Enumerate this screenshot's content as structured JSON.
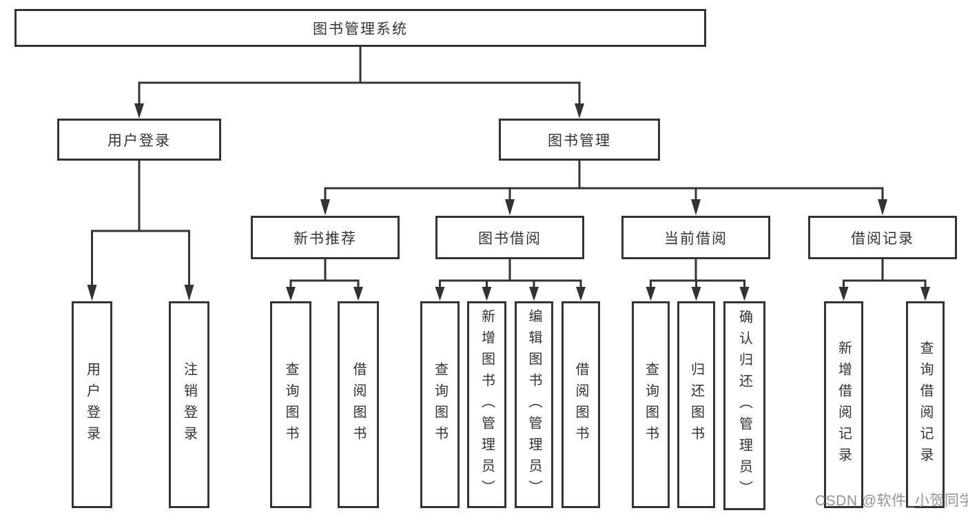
{
  "colors": {
    "line": "#333333",
    "box_border": "#333333",
    "box_background": "#ffffff",
    "page_background": "#ffffff",
    "watermark_text": "#999294"
  },
  "tree": {
    "root": {
      "label": "图书管理系统"
    },
    "level1": [
      {
        "label": "用户登录"
      },
      {
        "label": "图书管理"
      }
    ],
    "level2": [
      {
        "label": "新书推荐"
      },
      {
        "label": "图书借阅"
      },
      {
        "label": "当前借阅"
      },
      {
        "label": "借阅记录"
      }
    ],
    "leaves": [
      {
        "label": "用户登录"
      },
      {
        "label": "注销登录"
      },
      {
        "label": "查询图书"
      },
      {
        "label": "借阅图书"
      },
      {
        "label": "查询图书"
      },
      {
        "label": "新增图书（管理员）"
      },
      {
        "label": "编辑图书（管理员）"
      },
      {
        "label": "借阅图书"
      },
      {
        "label": "查询图书"
      },
      {
        "label": "归还图书"
      },
      {
        "label": "确认归还（管理员）"
      },
      {
        "label": "新增借阅记录"
      },
      {
        "label": "查询借阅记录"
      }
    ]
  },
  "watermark": {
    "text": "CSDN @软件_小贺同学"
  }
}
